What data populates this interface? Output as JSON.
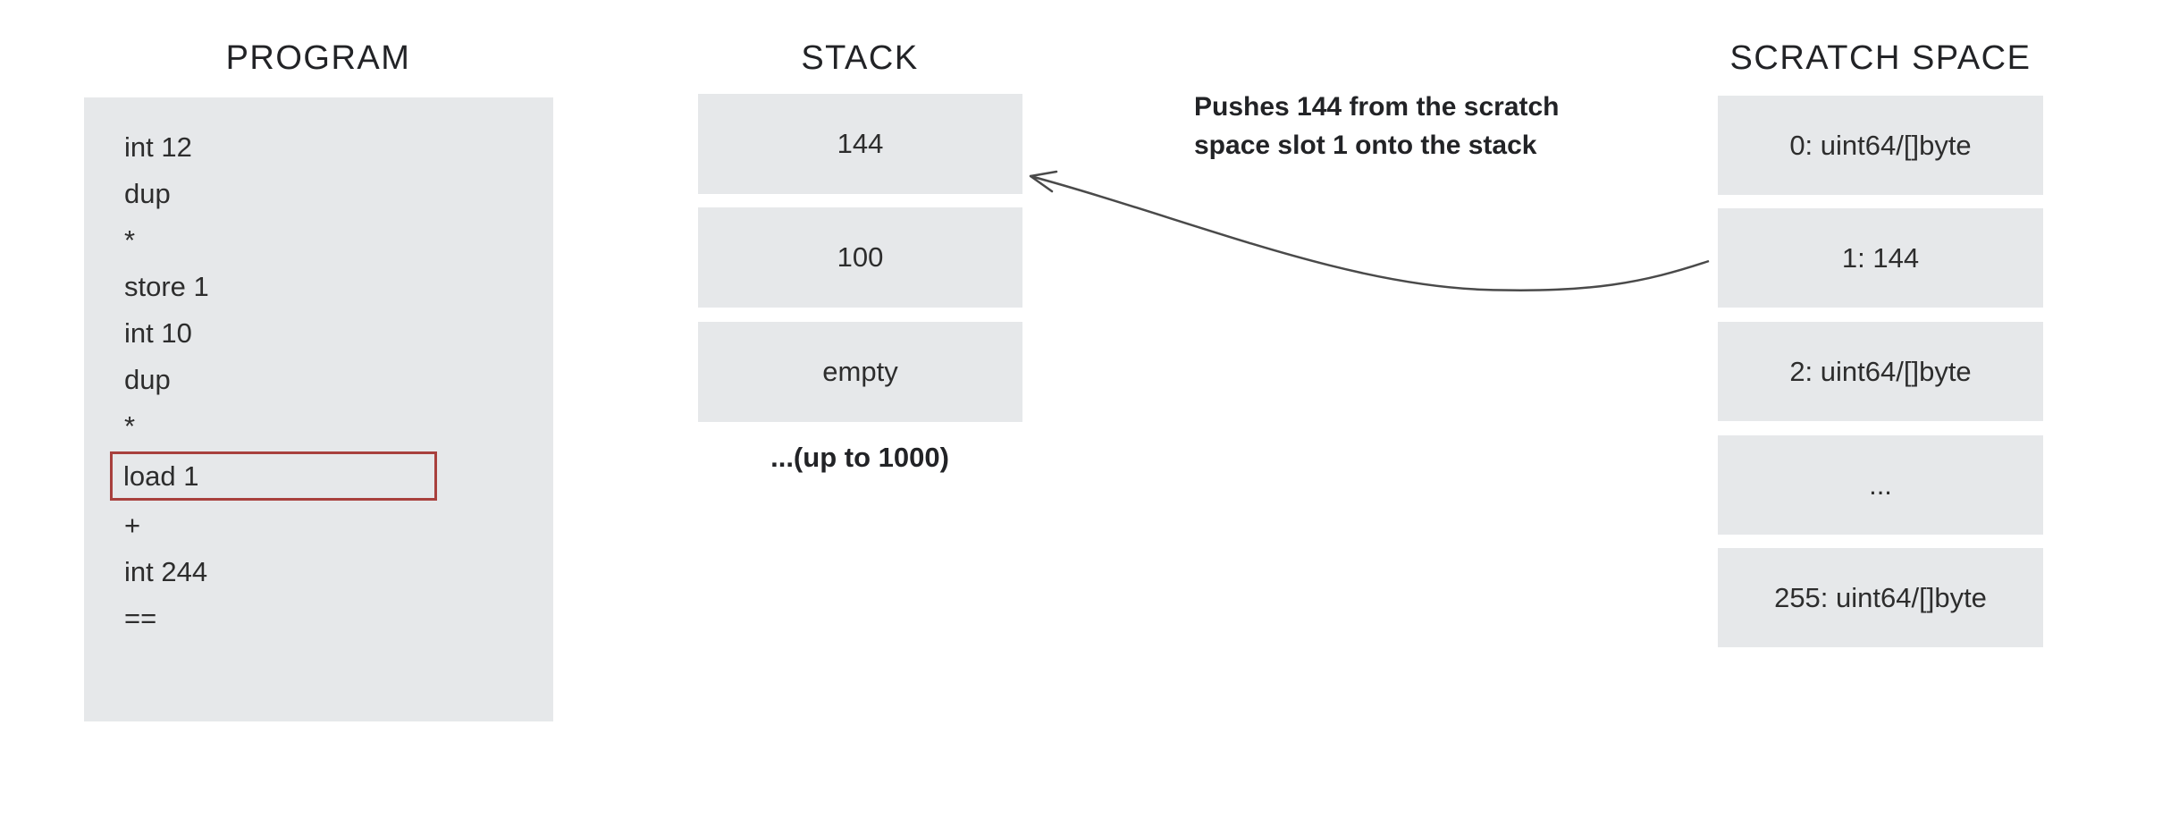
{
  "colors": {
    "box_bg": "#e6e8ea",
    "highlight_border": "#a8403d",
    "body_text": "#2d2d2d",
    "title_text": "#222326",
    "arrow": "#4a4a4a"
  },
  "program": {
    "title": "PROGRAM",
    "lines": [
      "int 12",
      "dup",
      "*",
      "store 1",
      "int 10",
      "dup",
      "*",
      "load 1",
      "+",
      "int 244",
      "=="
    ],
    "highlighted_line": "load 1",
    "highlighted_index": 7
  },
  "stack": {
    "title": "STACK",
    "slots": [
      "144",
      "100",
      "empty"
    ],
    "capacity_note": "...(up to 1000)"
  },
  "annotation": {
    "lines": [
      "Pushes 144 from the scratch",
      "space slot 1 onto the stack"
    ]
  },
  "scratch": {
    "title": "SCRATCH SPACE",
    "slots": [
      "0: uint64/[]byte",
      "1: 144",
      "2: uint64/[]byte",
      "...",
      "255: uint64/[]byte"
    ]
  }
}
